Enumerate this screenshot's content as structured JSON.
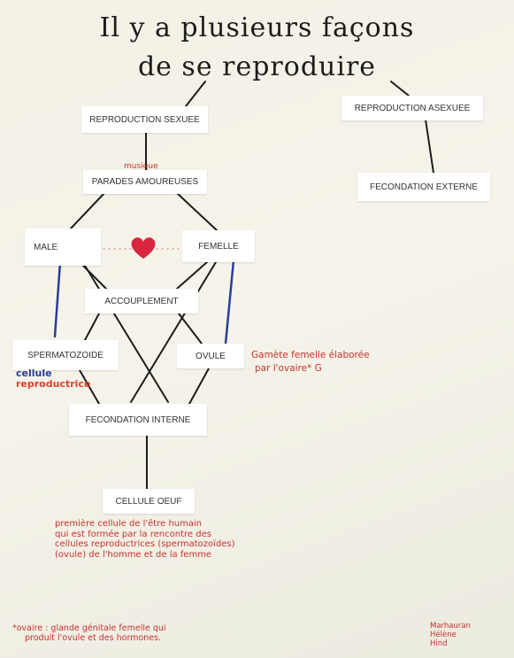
{
  "title": {
    "line1": "Il y a plusieurs façons",
    "line2": "de se reproduire"
  },
  "nodes": {
    "repro_sexuee": "REPRODUCTION SEXUEE",
    "repro_asexuee": "REPRODUCTION ASEXUEE",
    "parades": "PARADES AMOUREUSES",
    "fecondation_externe": "FECONDATION EXTERNE",
    "male": "MALE",
    "femelle": "FEMELLE",
    "accouplement": "ACCOUPLEMENT",
    "spermatozoide": "SPERMATOZOIDE",
    "ovule": "OVULE",
    "fecondation_interne": "FECONDATION INTERNE",
    "cellule_oeuf": "CELLULE OEUF"
  },
  "annotations": {
    "parades_note": "musique",
    "cellule": "cellule",
    "reproductrice": "reproductrice",
    "ovule_def_1": "Gamète femelle élaborée",
    "ovule_def_2": "par l'ovaire* G",
    "cellule_oeuf_def": [
      "première cellule de l'être humain",
      "qui est formée par la rencontre des",
      "cellules reproductrices (spermatozoïdes)",
      "(ovule) de l'homme et de la femme"
    ],
    "ovaire_note": [
      "*ovaire : glande génitale femelle qui",
      "produit l'ovule et des hormones."
    ],
    "authors": [
      "Marhauran",
      "Hélène",
      "Hind"
    ]
  },
  "colors": {
    "ink": "#1c1c1c",
    "red_ink": "#c8322e",
    "blue_ink": "#2a3d9a",
    "heart": "#d7263d"
  }
}
